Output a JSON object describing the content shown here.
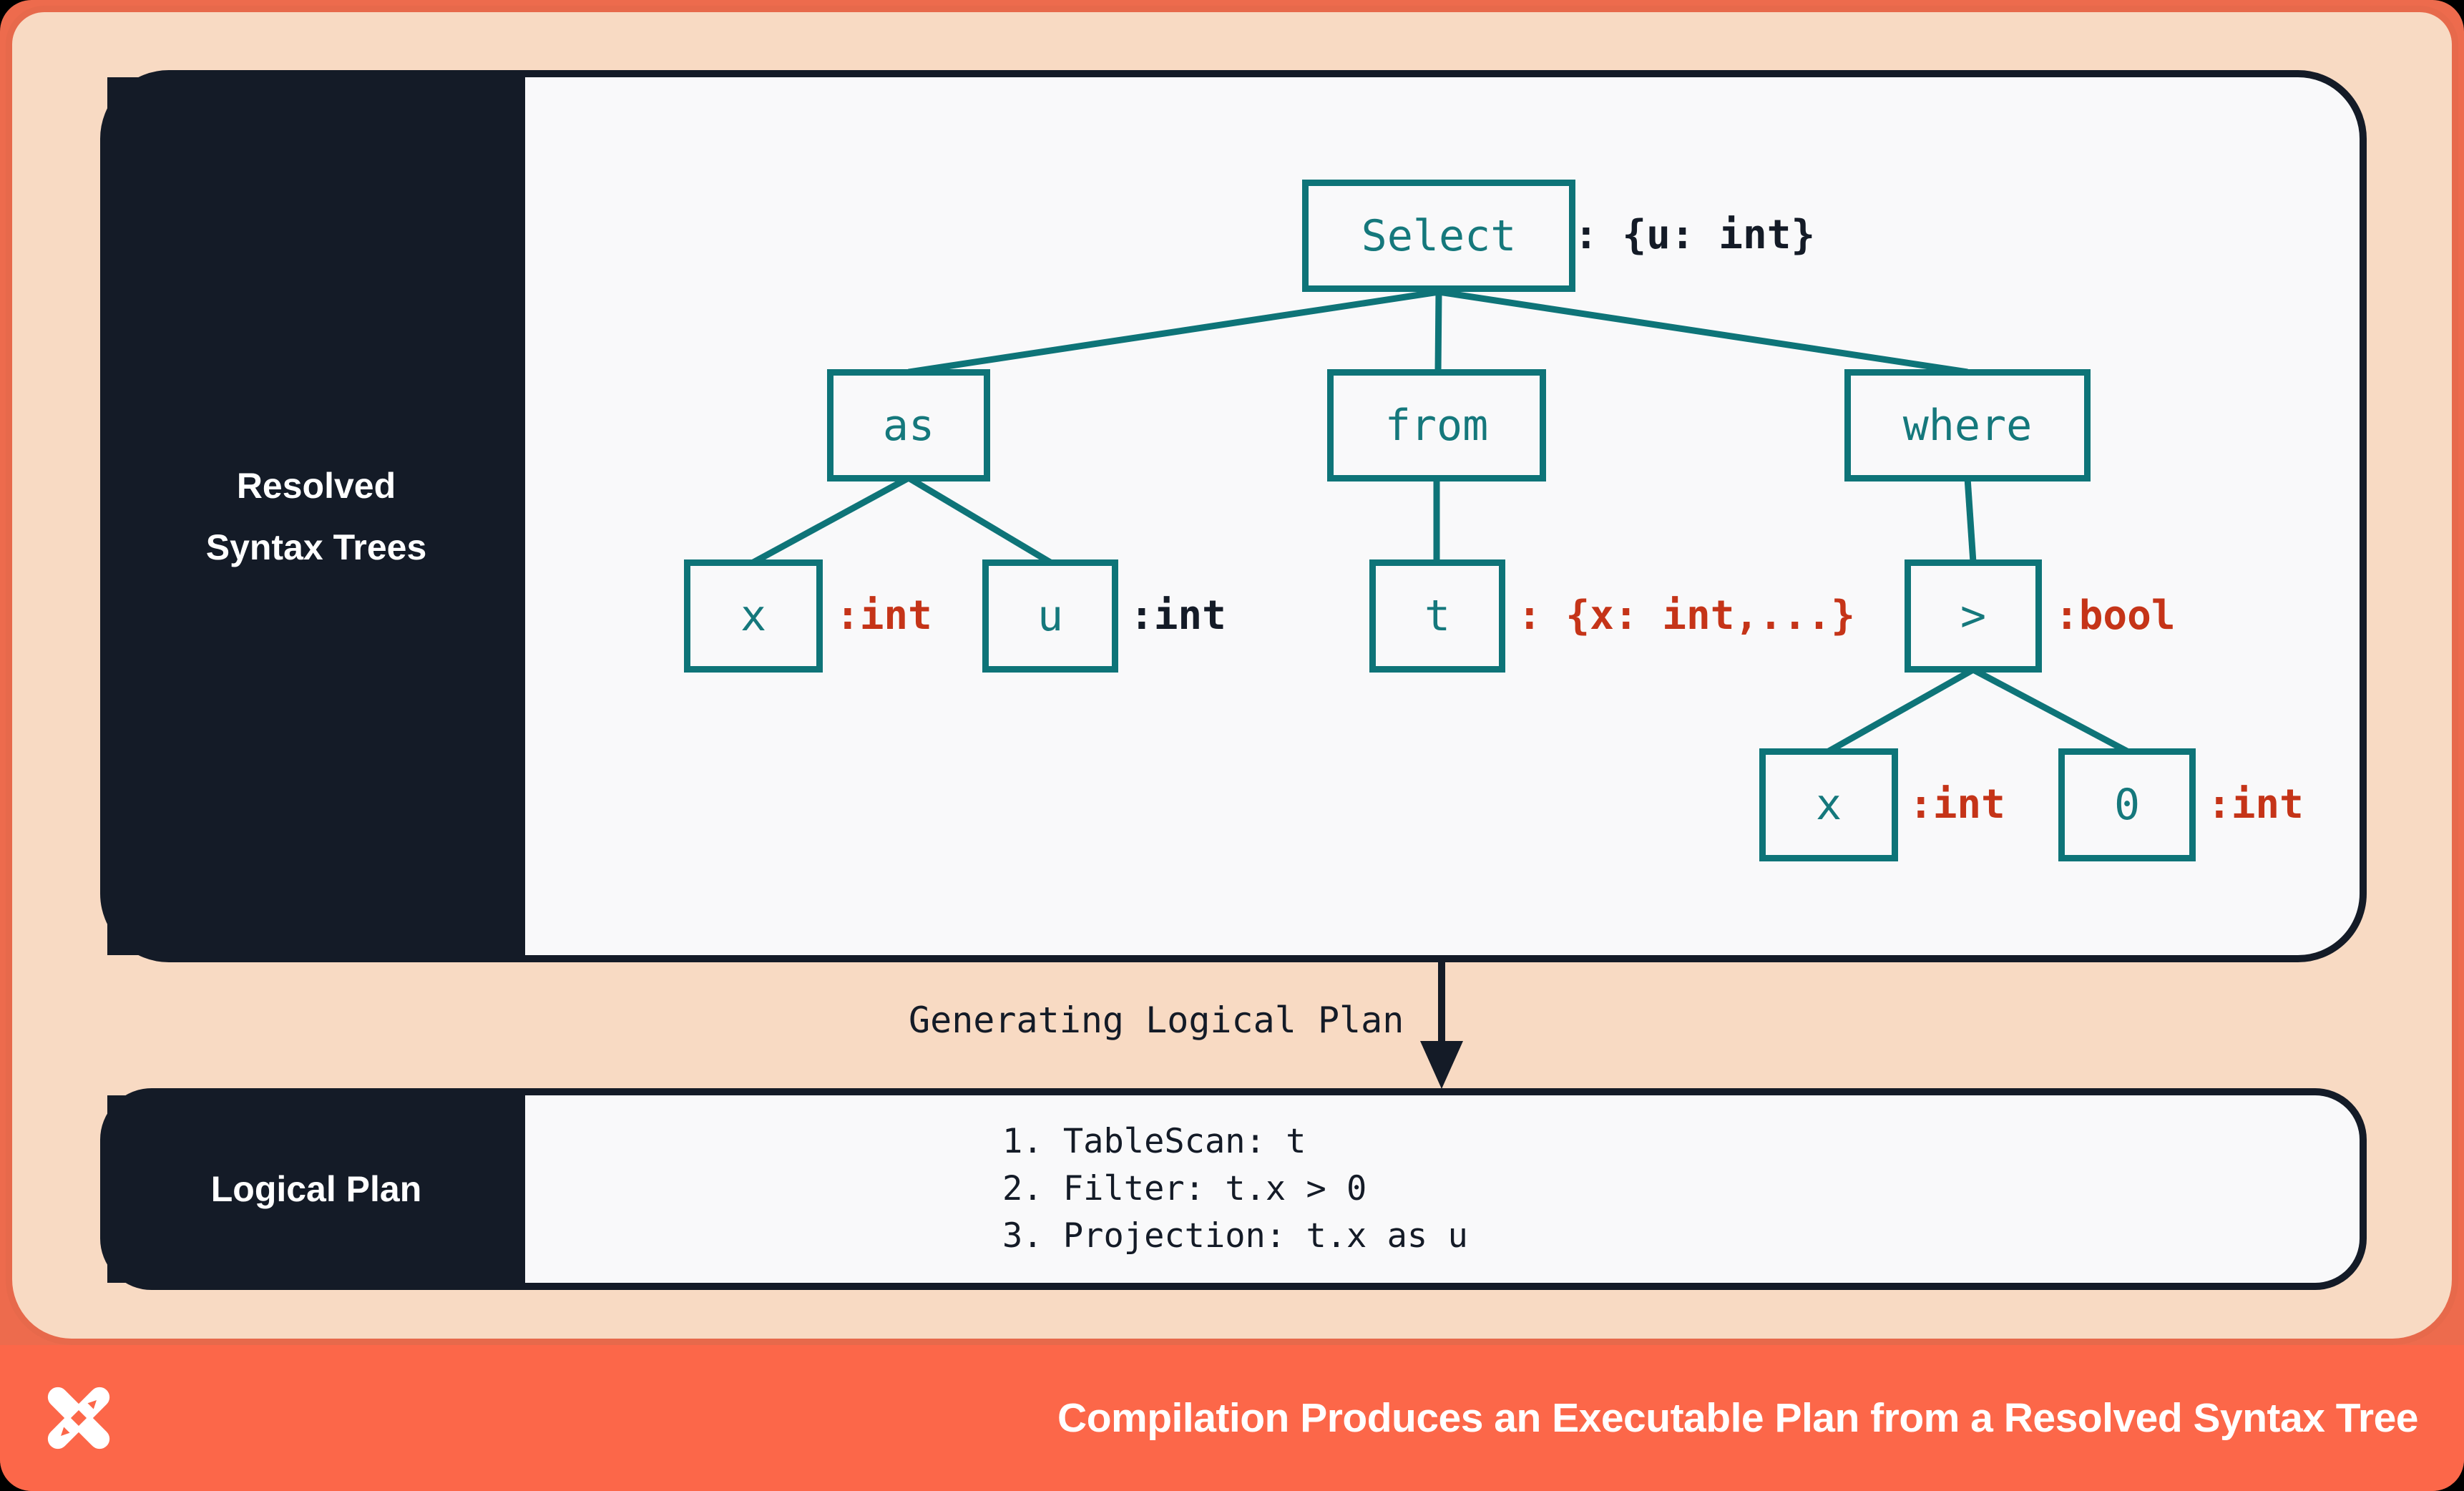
{
  "colors": {
    "teal": "#0E7478",
    "annotation_red": "#C53418",
    "navy": "#141B27",
    "peach_background": "#F8DAC3",
    "orange_border": "#E7694B",
    "orange_bar": "#FC6749",
    "panel_background": "#F9F9FA"
  },
  "rst": {
    "sidebar_label_line1": "Resolved",
    "sidebar_label_line2": "Syntax Trees",
    "nodes": {
      "select": {
        "label": "Select",
        "annotation": ": {u: int}"
      },
      "as": {
        "label": "as"
      },
      "from": {
        "label": "from"
      },
      "where": {
        "label": "where"
      },
      "x_as": {
        "label": "x",
        "annotation": ":int"
      },
      "u_as": {
        "label": "u",
        "annotation": ":int"
      },
      "t": {
        "label": "t",
        "annotation": ": {x: int,...}"
      },
      "gt": {
        "label": ">",
        "annotation": ":bool"
      },
      "x_gt": {
        "label": "x",
        "annotation": ":int"
      },
      "zero": {
        "label": "0",
        "annotation": ":int"
      }
    }
  },
  "transition": {
    "label": "Generating Logical Plan"
  },
  "plan": {
    "sidebar_label": "Logical Plan",
    "steps": [
      "1. TableScan: t",
      "2. Filter: t.x > 0",
      "3. Projection: t.x as u"
    ]
  },
  "footer": {
    "caption": "Compilation Produces an Executable Plan from a Resolved Syntax Tree",
    "logo": "pinwheel-x-logo"
  }
}
